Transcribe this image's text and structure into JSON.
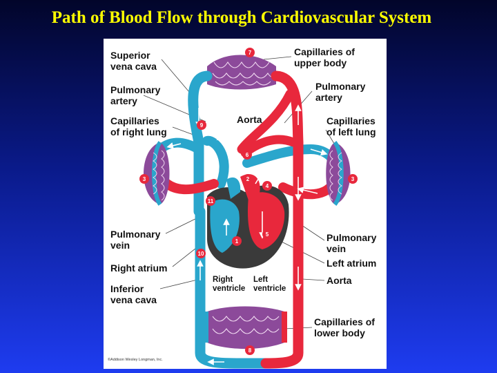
{
  "slide": {
    "title": "Path of Blood Flow through Cardiovascular System"
  },
  "labels": {
    "superior_vena_cava": [
      "Superior",
      "vena cava"
    ],
    "pulmonary_artery_right": [
      "Pulmonary",
      "artery"
    ],
    "capillaries_right_lung": [
      "Capillaries",
      "of right lung"
    ],
    "aorta_top": "Aorta",
    "capillaries_upper_body": [
      "Capillaries of",
      "upper body"
    ],
    "pulmonary_artery_left": [
      "Pulmonary",
      "artery"
    ],
    "capillaries_left_lung": [
      "Capillaries",
      "of left lung"
    ],
    "pulmonary_vein_right": [
      "Pulmonary",
      "vein"
    ],
    "right_atrium": "Right atrium",
    "inferior_vena_cava": [
      "Inferior",
      "vena cava"
    ],
    "right_ventricle": [
      "Right",
      "ventricle"
    ],
    "left_ventricle": [
      "Left",
      "ventricle"
    ],
    "pulmonary_vein_left": [
      "Pulmonary",
      "vein"
    ],
    "left_atrium": "Left atrium",
    "aorta_bottom": "Aorta",
    "capillaries_lower_body": [
      "Capillaries of",
      "lower body"
    ],
    "copyright": "©Addison Wesley Longman, Inc."
  },
  "step_markers": [
    "1",
    "2",
    "3",
    "3",
    "4",
    "5",
    "6",
    "7",
    "8",
    "9",
    "10",
    "11"
  ],
  "colors": {
    "oxygenated": "#e8283c",
    "deoxygenated": "#2aa6cc",
    "capillary": "#8c4a9a",
    "heart_shadow": "#3a3a3a",
    "title": "#ffff00"
  }
}
